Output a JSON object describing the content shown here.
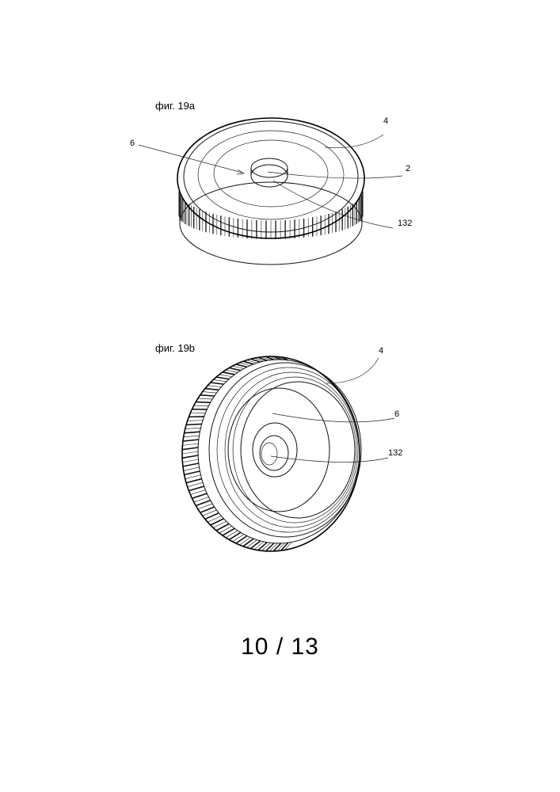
{
  "figures": [
    {
      "caption": "фиг. 19а",
      "labels": {
        "ref_6": "6",
        "ref_4": "4",
        "ref_2": "2",
        "ref_132": "132"
      }
    },
    {
      "caption": "фиг. 19b",
      "labels": {
        "ref_4": "4",
        "ref_6": "6",
        "ref_132": "132"
      }
    }
  ],
  "page_number": "10 / 13"
}
